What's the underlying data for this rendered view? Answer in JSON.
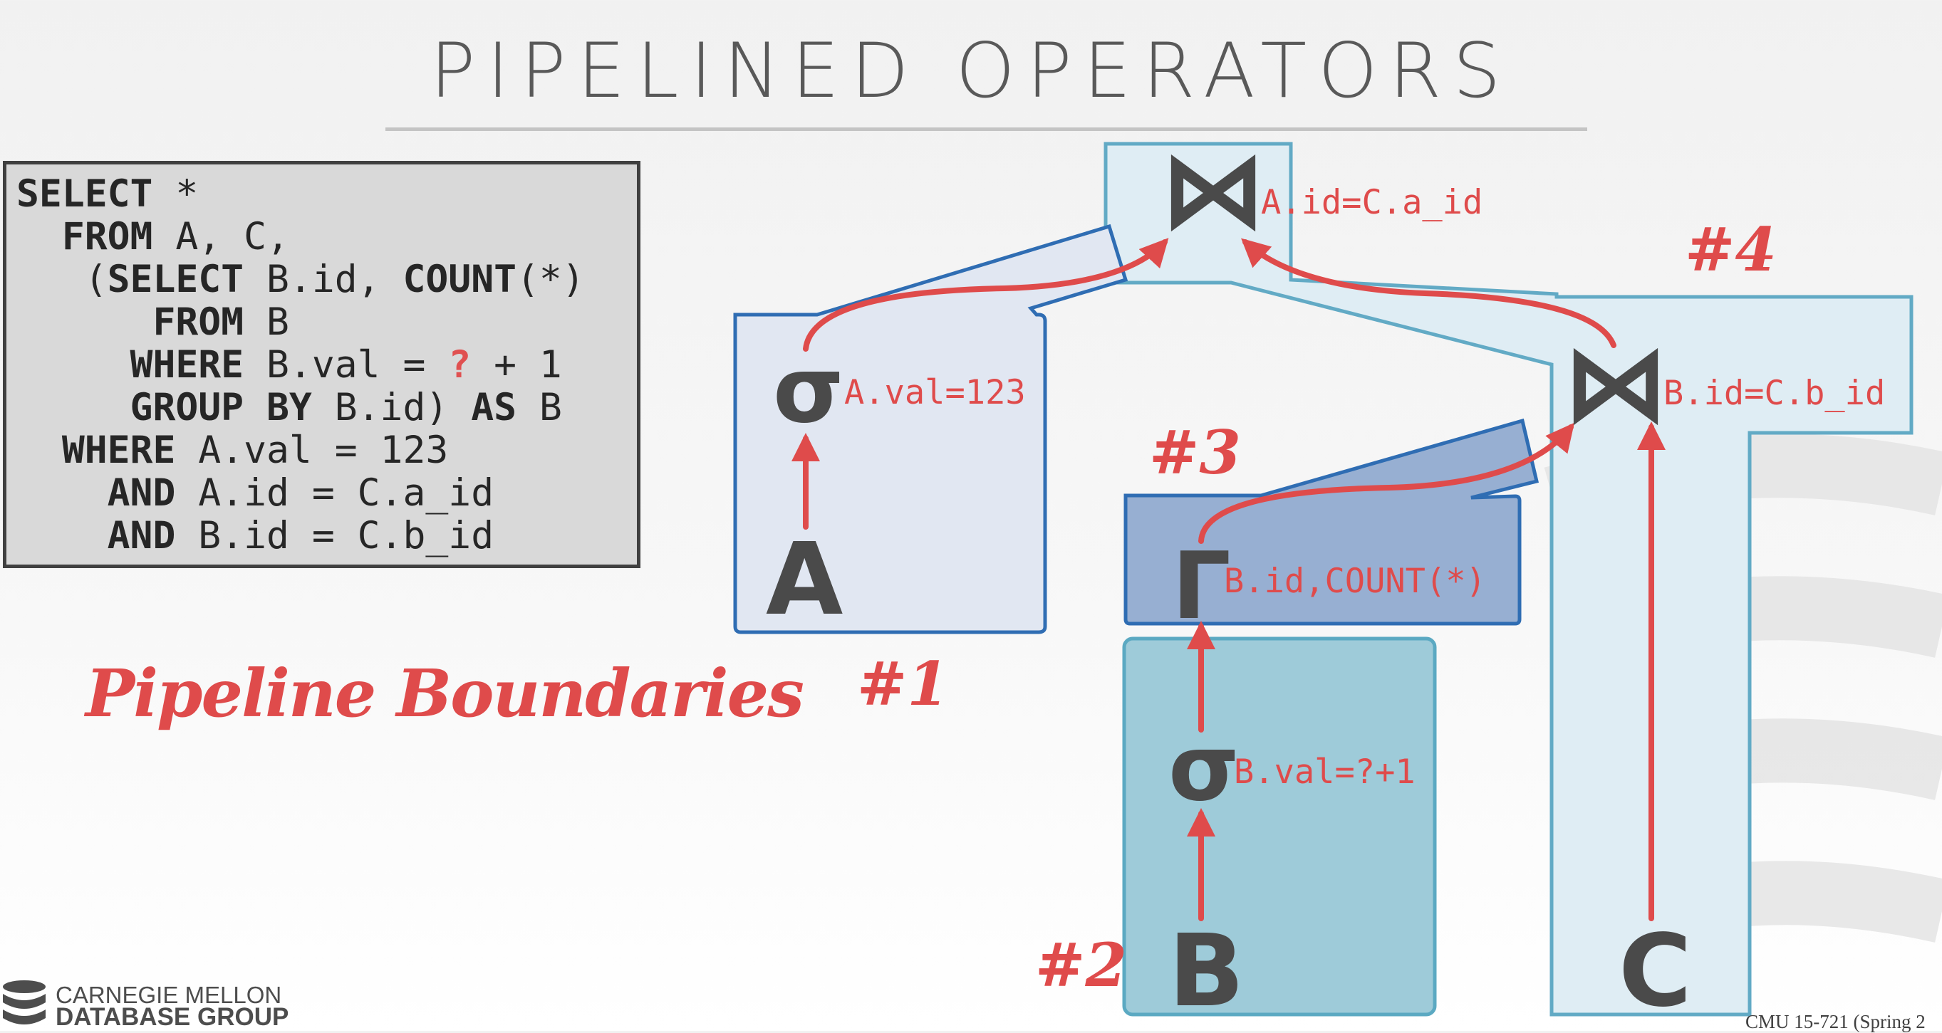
{
  "slide": {
    "title": "PIPELINED OPERATORS",
    "pipeline_heading": "Pipeline Boundaries",
    "footer_logo": {
      "line1": "CARNEGIE MELLON",
      "line2": "DATABASE GROUP"
    },
    "course_label": "CMU 15-721 (Spring 2"
  },
  "sql": {
    "lines": [
      [
        {
          "t": "SELECT",
          "k": true
        },
        {
          "t": " *"
        }
      ],
      [
        {
          "t": "  "
        },
        {
          "t": "FROM",
          "k": true
        },
        {
          "t": " A, C,"
        }
      ],
      [
        {
          "t": "   ("
        },
        {
          "t": "SELECT",
          "k": true
        },
        {
          "t": " B.id, "
        },
        {
          "t": "COUNT",
          "k": true
        },
        {
          "t": "(*)"
        }
      ],
      [
        {
          "t": "      "
        },
        {
          "t": "FROM",
          "k": true
        },
        {
          "t": " B"
        }
      ],
      [
        {
          "t": "     "
        },
        {
          "t": "WHERE",
          "k": true
        },
        {
          "t": " B.val = "
        },
        {
          "t": "?",
          "q": true
        },
        {
          "t": " + 1"
        }
      ],
      [
        {
          "t": "     "
        },
        {
          "t": "GROUP BY",
          "k": true
        },
        {
          "t": " B.id) "
        },
        {
          "t": "AS",
          "k": true
        },
        {
          "t": " B"
        }
      ],
      [
        {
          "t": "  "
        },
        {
          "t": "WHERE",
          "k": true
        },
        {
          "t": " A.val = 123"
        }
      ],
      [
        {
          "t": "    "
        },
        {
          "t": "AND",
          "k": true
        },
        {
          "t": " A.id = C.a_id"
        }
      ],
      [
        {
          "t": "    "
        },
        {
          "t": "AND",
          "k": true
        },
        {
          "t": " B.id = C.b_id"
        }
      ]
    ]
  },
  "diagram": {
    "operators": {
      "join_top": {
        "symbol": "⋈",
        "label": "A.id=C.a_id"
      },
      "join_right": {
        "symbol": "⋈",
        "label": "B.id=C.b_id"
      },
      "select_a": {
        "symbol": "σ",
        "label": "A.val=123"
      },
      "aggregate": {
        "symbol": "Γ",
        "label": "B.id,COUNT(*)"
      },
      "select_b": {
        "symbol": "σ",
        "label": "B.val=?+1"
      }
    },
    "tables": {
      "a": "A",
      "b": "B",
      "c": "C"
    },
    "pipelines": {
      "p1": "#1",
      "p2": "#2",
      "p3": "#3",
      "p4": "#4"
    }
  },
  "colors": {
    "accent_red": "#df4b4b",
    "pipeline1_fill": "#e1e7f2",
    "pipeline1_border": "#2f6db3",
    "pipeline2_fill": "#9ecbd9",
    "pipeline2_border": "#5ba9c2",
    "pipeline3_fill": "#97afd2",
    "pipeline3_border": "#2f6db3",
    "pipeline4_fill": "#dfedf4",
    "pipeline4_border": "#62aac5"
  }
}
